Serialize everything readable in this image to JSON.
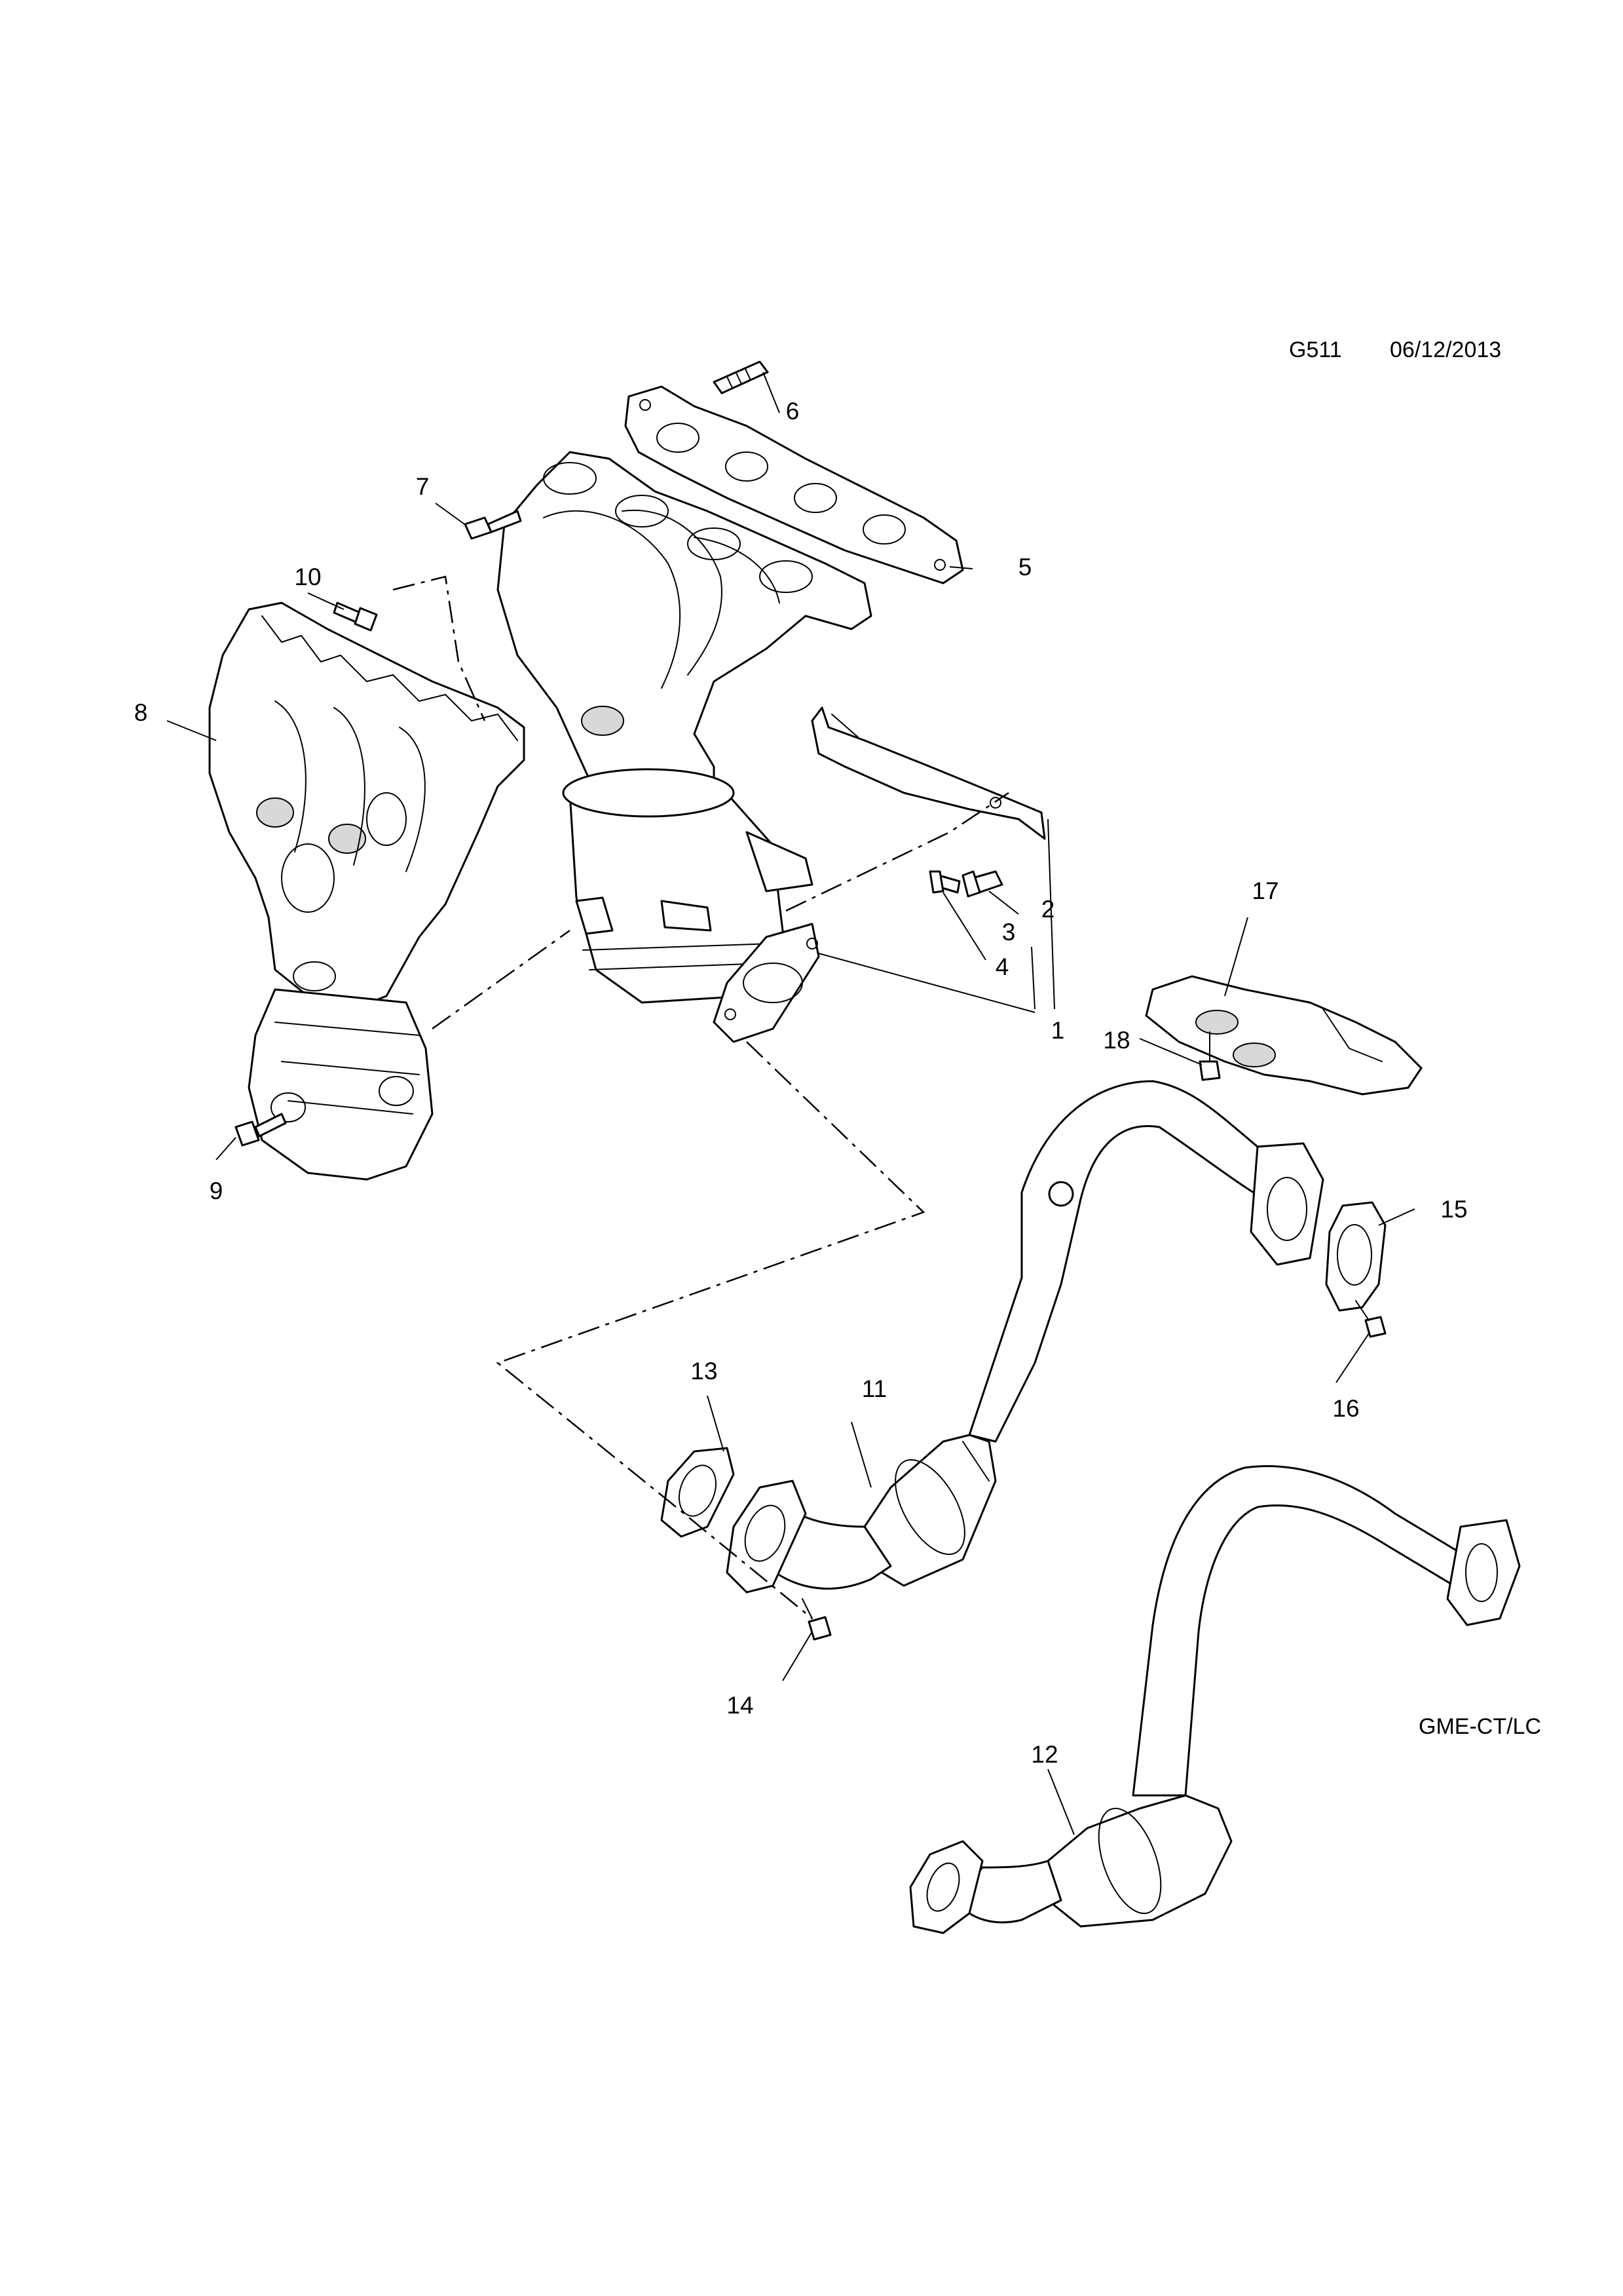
{
  "header": {
    "diagram_code": "G511",
    "date": "06/12/2013"
  },
  "footer": {
    "code": "GME-CT/LC"
  },
  "callouts": [
    "1",
    "2",
    "3",
    "4",
    "5",
    "6",
    "7",
    "8",
    "9",
    "10",
    "11",
    "12",
    "13",
    "14",
    "15",
    "16",
    "17",
    "18"
  ]
}
